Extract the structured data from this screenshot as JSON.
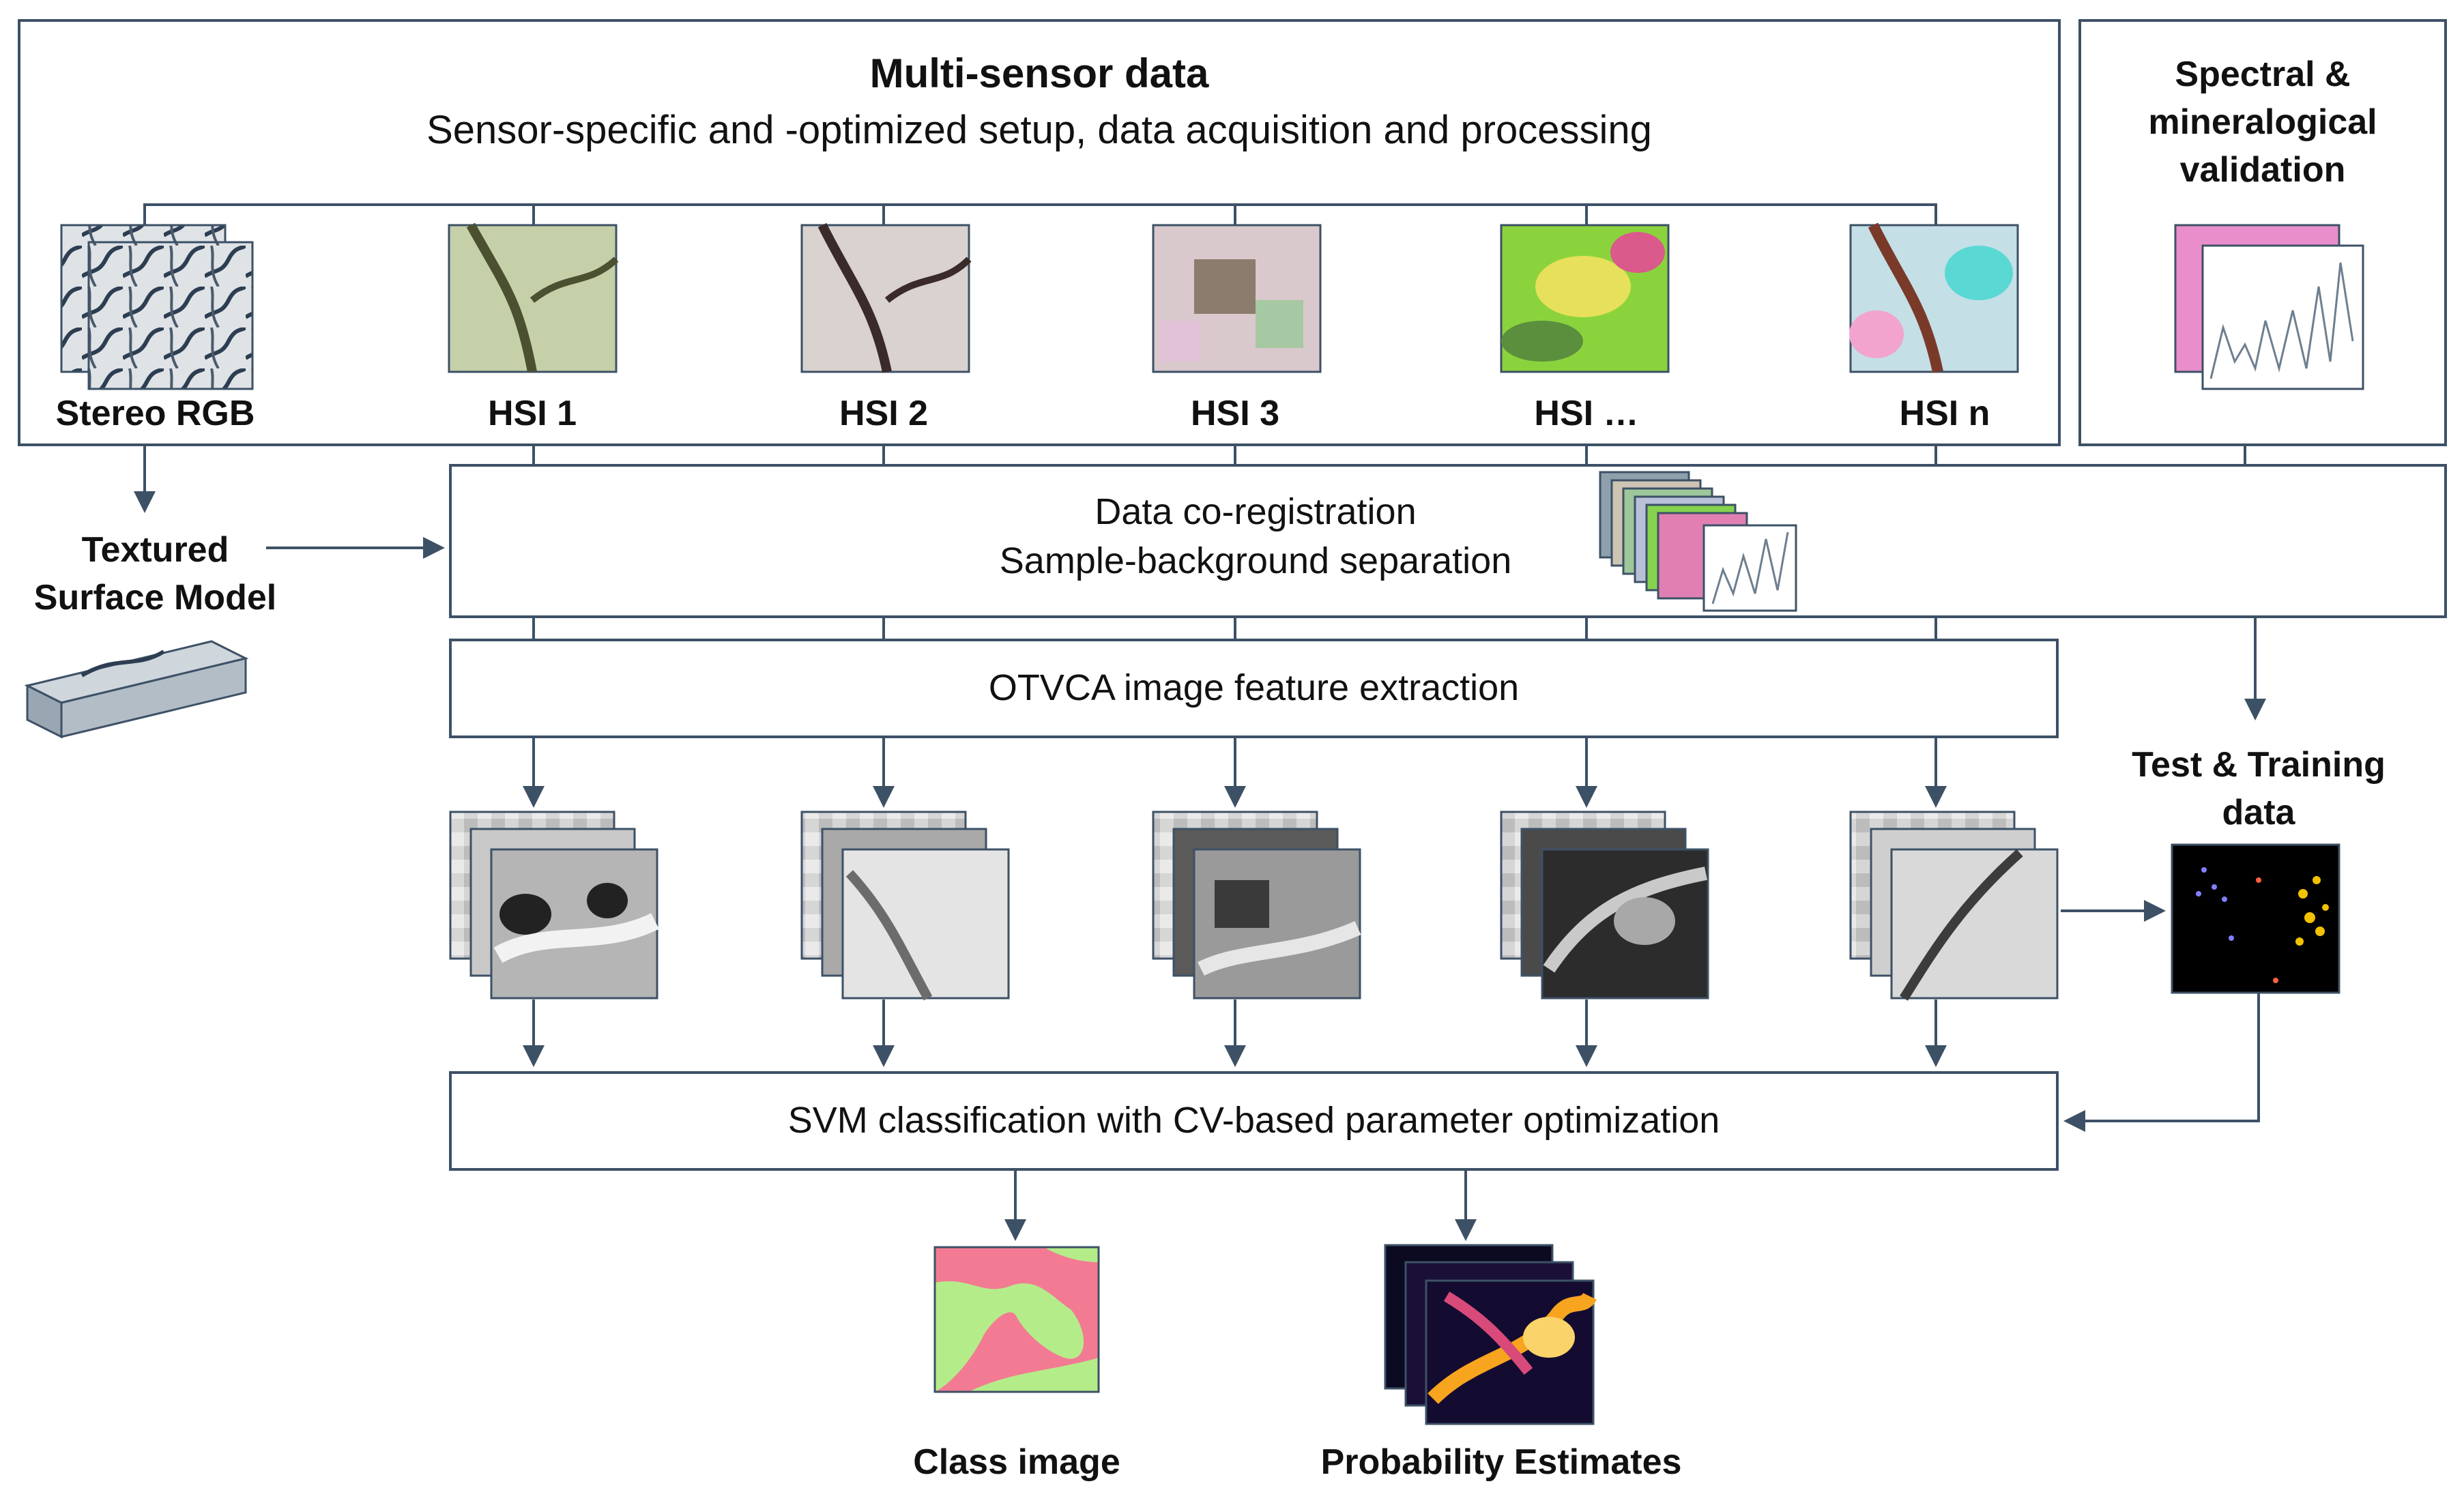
{
  "header": {
    "title": "Multi-sensor data",
    "subtitle": "Sensor-specific and -optimized setup, data acquisition and processing"
  },
  "validation": {
    "line1": "Spectral &",
    "line2": "mineralogical",
    "line3": "validation"
  },
  "sensors": [
    {
      "label": "Stereo RGB"
    },
    {
      "label": "HSI 1"
    },
    {
      "label": "HSI 2"
    },
    {
      "label": "HSI 3"
    },
    {
      "label": "HSI …"
    },
    {
      "label": "HSI n"
    }
  ],
  "surface_model": {
    "line1": "Textured",
    "line2": "Surface Model"
  },
  "coregistration": {
    "line1": "Data co-registration",
    "line2": "Sample-background separation"
  },
  "otvca": {
    "label": "OTVCA image feature extraction"
  },
  "training": {
    "line1": "Test & Training",
    "line2": "data"
  },
  "svm": {
    "label": "SVM classification with CV-based parameter optimization"
  },
  "outputs": {
    "class_image": "Class image",
    "probability": "Probability Estimates"
  },
  "colors": {
    "line": "#3d5166",
    "box_border": "#3d5166",
    "class_pink": "#f27b93",
    "class_green": "#b5ec8a"
  }
}
